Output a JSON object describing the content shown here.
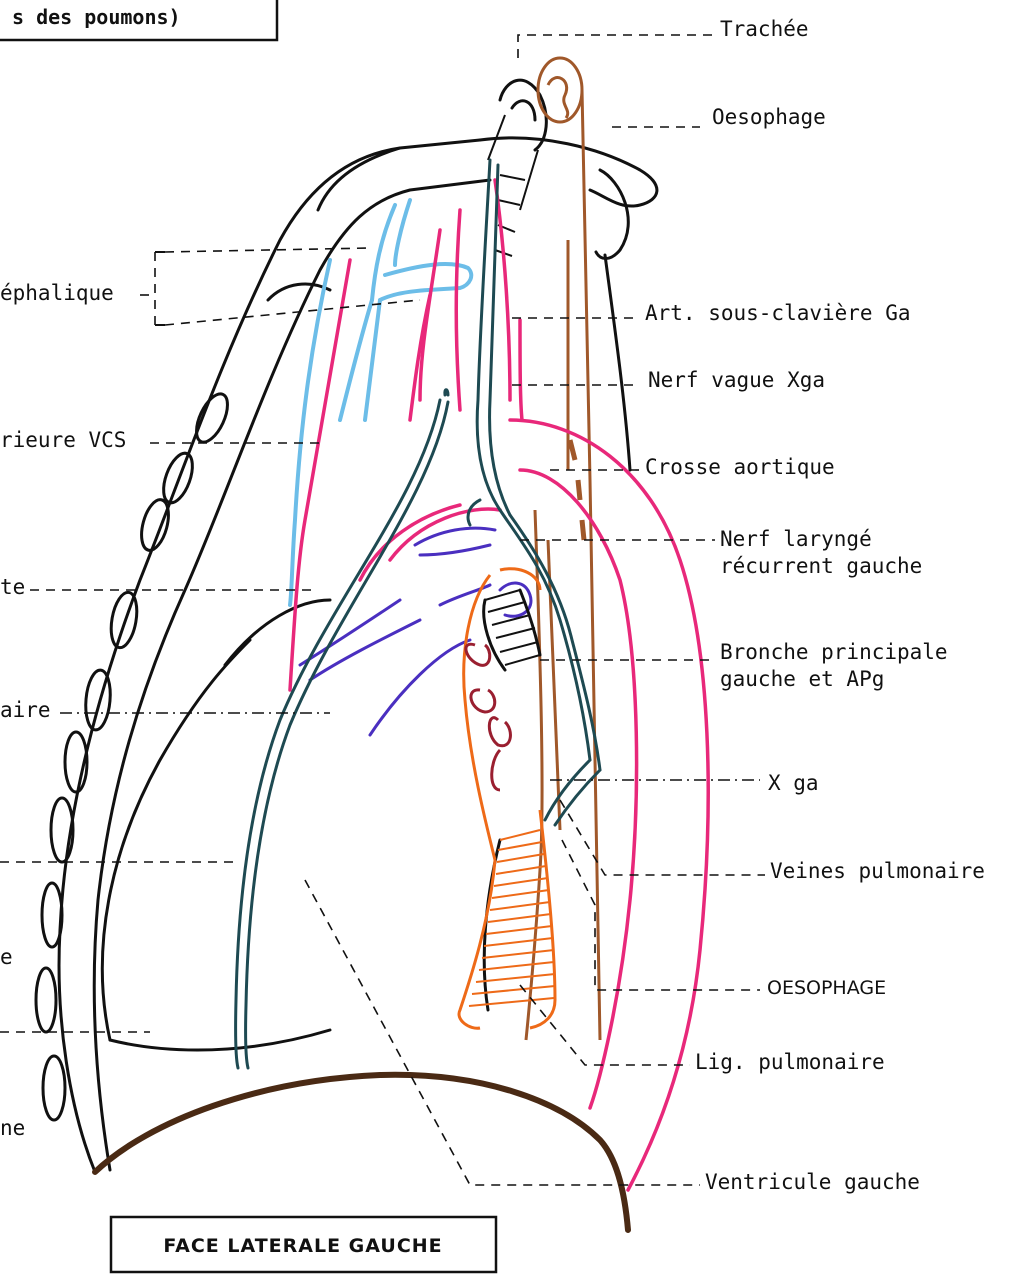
{
  "header": {
    "partial_title": "s des poumons)"
  },
  "footer": {
    "title": "FACE LATERALE GAUCHE"
  },
  "labels": {
    "trachee": "Trachée",
    "oesophage_top": "Oesophage",
    "art_sous_claviere": "Art. sous-clavière Ga",
    "nerf_vague": "Nerf vague  Xga",
    "crosse_aortique": "Crosse aortique",
    "nerf_larynge_l1": "Nerf laryngé",
    "nerf_larynge_l2": "récurrent gauche",
    "bronche_l1": "Bronche principale",
    "bronche_l2": "gauche et  APg",
    "x_ga": "X ga",
    "veines_pulmonaire": "Veines pulmonaire",
    "oesophage_low": "OESOPHAGE",
    "lig_pulmonaire": "Lig. pulmonaire",
    "ventricule_gauche": "Ventricule gauche"
  },
  "left_partial_labels": {
    "cephalique": "éphalique",
    "vcs": "rieure VCS",
    "te": "te",
    "aire": "aire",
    "e": "e",
    "ne": "ne"
  },
  "colors": {
    "outline": "#111111",
    "artery_pink": "#e8287a",
    "vein_lightblue": "#6cbde8",
    "nerve_teal": "#1e4a52",
    "oesophagus_brown": "#a0582a",
    "pulmonary_purple": "#4a2fc0",
    "oesophagus_orange": "#ee6a18",
    "lymph_darkred": "#9a1f30",
    "diaphragm_brown": "#4a2a14"
  }
}
